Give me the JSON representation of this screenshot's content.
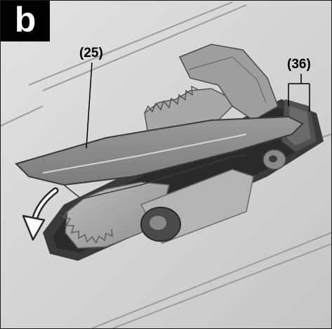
{
  "figure": {
    "badge_letter": "b",
    "callouts": [
      {
        "id": "25",
        "label": "(25)"
      },
      {
        "id": "36",
        "label": "(36)"
      }
    ]
  }
}
